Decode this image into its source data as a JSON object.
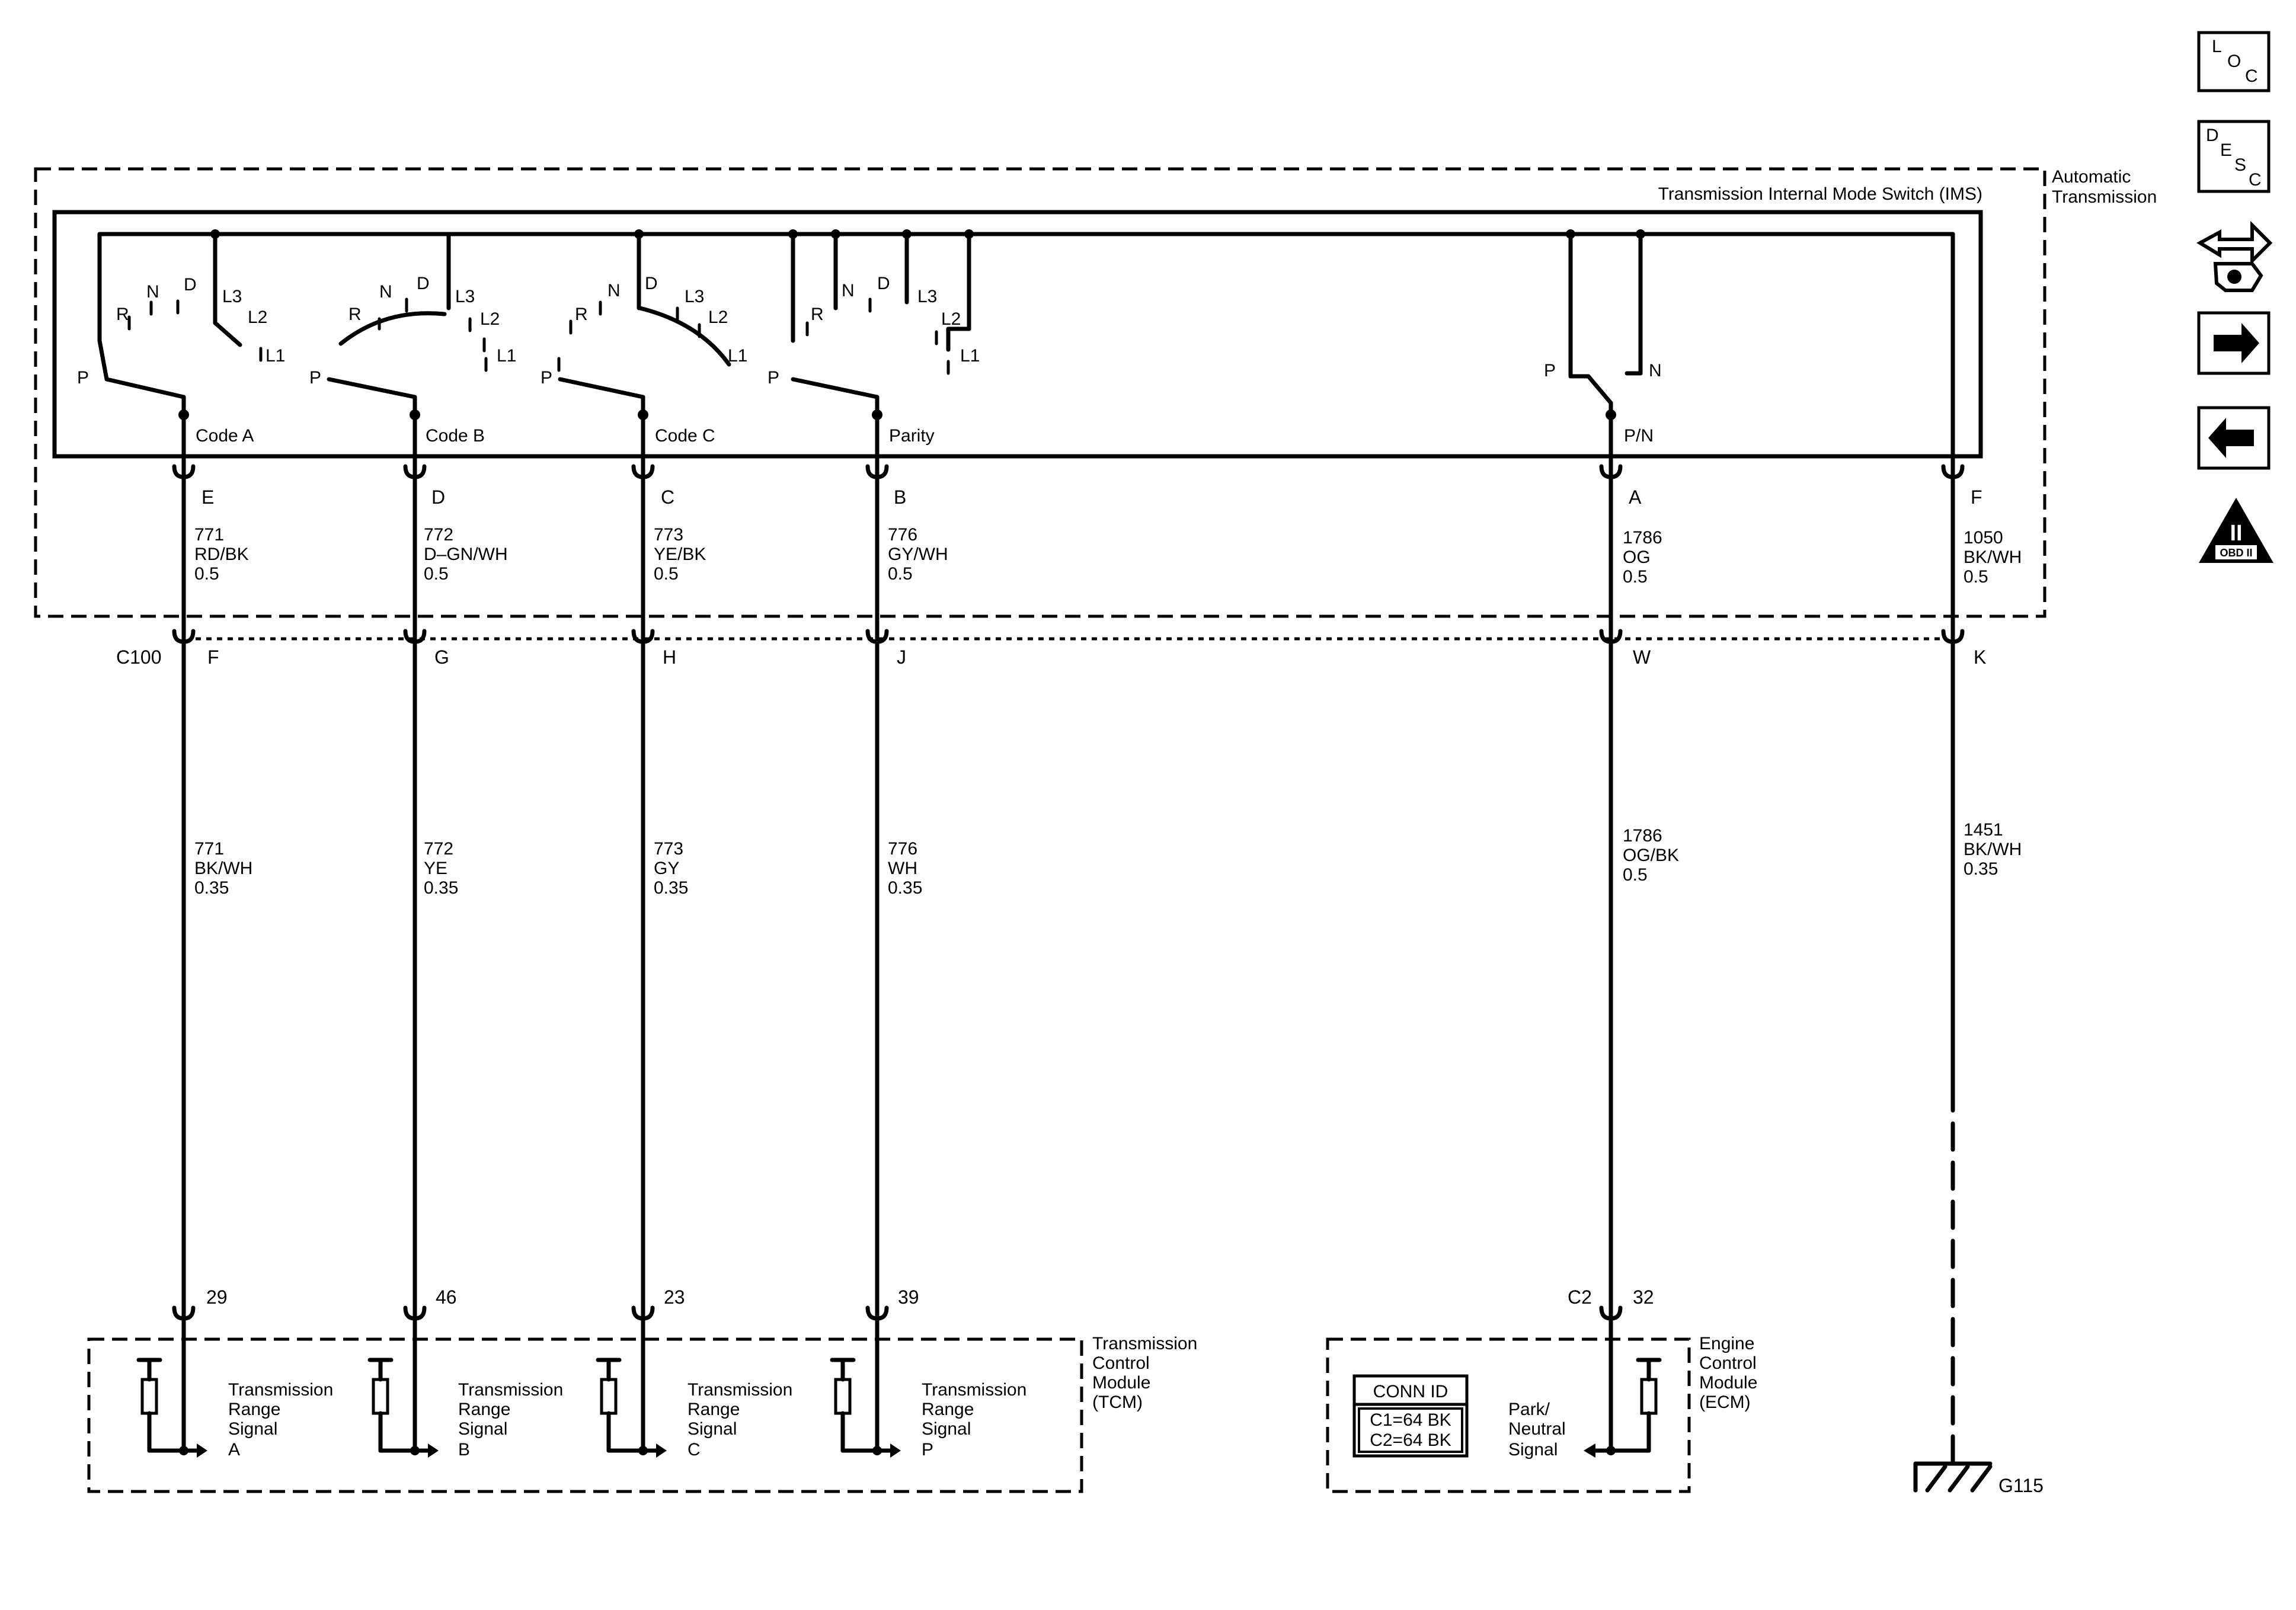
{
  "boxes": {
    "auto_trans": [
      "Automatic",
      "Transmission"
    ],
    "ims": "Transmission Internal Mode Switch (IMS)",
    "tcm": [
      "Transmission",
      "Control",
      "Module",
      "(TCM)"
    ],
    "ecm": [
      "Engine",
      "Control",
      "Module",
      "(ECM)"
    ]
  },
  "switch_labels": {
    "P": "P",
    "R": "R",
    "N": "N",
    "D": "D",
    "L3": "L3",
    "L2": "L2",
    "L1": "L1",
    "pn_P": "P",
    "pn_N": "N"
  },
  "circuits": [
    {
      "name": "Code A",
      "ims_pin": "E",
      "upper": [
        "771",
        "RD/BK",
        "0.5"
      ],
      "c100": "F",
      "lower": [
        "771",
        "BK/WH",
        "0.35"
      ],
      "module_pin": "29",
      "signal": [
        "Transmission",
        "Range",
        "Signal",
        "A"
      ]
    },
    {
      "name": "Code B",
      "ims_pin": "D",
      "upper": [
        "772",
        "D–GN/WH",
        "0.5"
      ],
      "c100": "G",
      "lower": [
        "772",
        "YE",
        "0.35"
      ],
      "module_pin": "46",
      "signal": [
        "Transmission",
        "Range",
        "Signal",
        "B"
      ]
    },
    {
      "name": "Code C",
      "ims_pin": "C",
      "upper": [
        "773",
        "YE/BK",
        "0.5"
      ],
      "c100": "H",
      "lower": [
        "773",
        "GY",
        "0.35"
      ],
      "module_pin": "23",
      "signal": [
        "Transmission",
        "Range",
        "Signal",
        "C"
      ]
    },
    {
      "name": "Parity",
      "ims_pin": "B",
      "upper": [
        "776",
        "GY/WH",
        "0.5"
      ],
      "c100": "J",
      "lower": [
        "776",
        "WH",
        "0.35"
      ],
      "module_pin": "39",
      "signal": [
        "Transmission",
        "Range",
        "Signal",
        "P"
      ]
    },
    {
      "name": "P/N",
      "ims_pin": "A",
      "upper": [
        "1786",
        "OG",
        "0.5"
      ],
      "c100": "W",
      "lower": [
        "1786",
        "OG/BK",
        "0.5"
      ],
      "module_pin": "32",
      "module_conn": "C2",
      "signal": [
        "Park/",
        "Neutral",
        "Signal"
      ]
    },
    {
      "name": "",
      "ims_pin": "F",
      "upper": [
        "1050",
        "BK/WH",
        "0.5"
      ],
      "c100": "K",
      "lower": [
        "1451",
        "BK/WH",
        "0.35"
      ]
    }
  ],
  "c100": "C100",
  "ground": "G115",
  "conn_id": {
    "title": "CONN ID",
    "rows": [
      "C1=64 BK",
      "C2=64 BK"
    ]
  },
  "nav": {
    "loc": [
      "L",
      "O",
      "C"
    ],
    "desc": [
      "D",
      "E",
      "S",
      "C"
    ],
    "obd": [
      "II",
      "OBD II"
    ],
    "icons": [
      "wrench-hand-icon",
      "arrow-right-icon",
      "arrow-left-icon",
      "obd-ii-icon"
    ]
  }
}
